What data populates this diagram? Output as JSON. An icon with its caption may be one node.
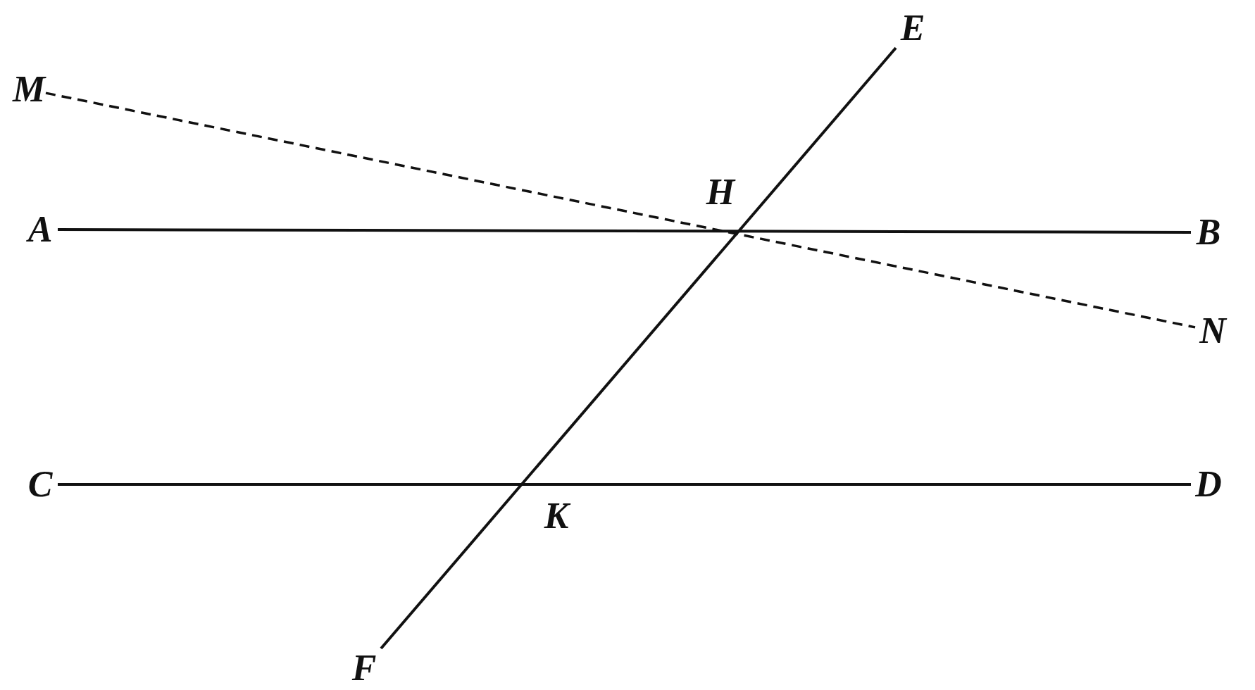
{
  "diagram": {
    "nodes": [
      {
        "text": [
          "M"
        ]
      },
      {
        "text": [
          "E"
        ]
      },
      {
        "text": [
          "A"
        ]
      },
      {
        "text": [
          "B"
        ]
      },
      {
        "text": [
          "N"
        ]
      },
      {
        "text": [
          "C"
        ]
      },
      {
        "text": [
          "D"
        ]
      },
      {
        "text": [
          "F"
        ]
      }
    ],
    "edges": [
      {
        "from": 2,
        "to": 3,
        "arrow": "none"
      },
      {
        "from": 5,
        "to": 6,
        "arrow": "none"
      },
      {
        "from": 1,
        "to": 7,
        "arrow": "none"
      },
      {
        "from": 0,
        "to": 4,
        "arrow": "none",
        "style": "dashed"
      }
    ],
    "labels": [
      "H",
      "K"
    ]
  }
}
